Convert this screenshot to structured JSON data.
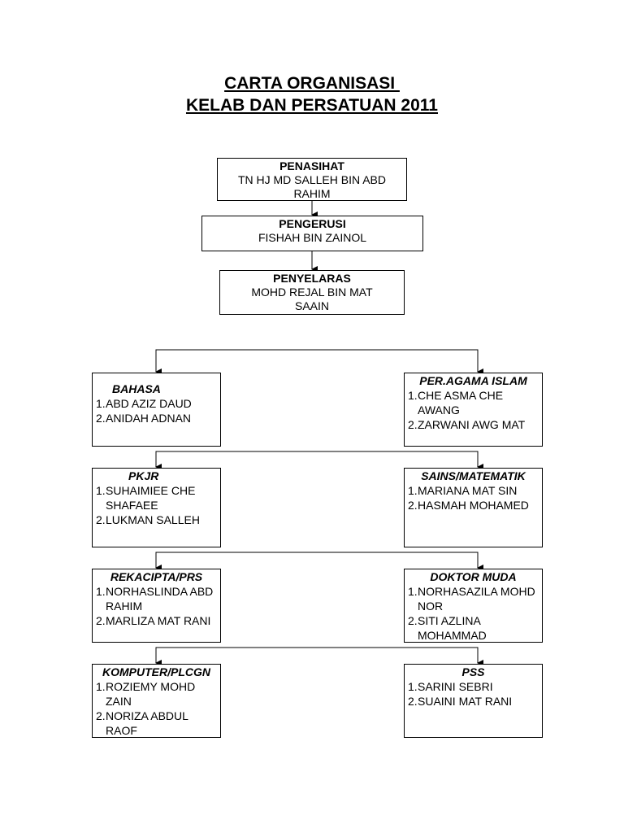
{
  "title": {
    "line1": "CARTA ORGANISASI ",
    "line2": "KELAB DAN PERSATUAN 2011"
  },
  "top": [
    {
      "role": "PENASIHAT",
      "name": "TN HJ MD SALLEH BIN ABD RAHIM"
    },
    {
      "role": "PENGERUSI",
      "name": "FISHAH BIN ZAINOL"
    },
    {
      "role": "PENYELARAS",
      "name": "MOHD REJAL BIN MAT SAAIN"
    }
  ],
  "units": {
    "bahasa": {
      "title": "BAHASA",
      "members": [
        {
          "num": "1.",
          "name": "ABD AZIZ DAUD"
        },
        {
          "num": "2.",
          "name": "ANIDAH ADNAN"
        }
      ]
    },
    "agama": {
      "title": "PER.AGAMA ISLAM",
      "members": [
        {
          "num": "1.",
          "name": "CHE ASMA CHE AWANG"
        },
        {
          "num": "2.",
          "name": "ZARWANI  AWG MAT"
        }
      ]
    },
    "pkjr": {
      "title": "PKJR",
      "members": [
        {
          "num": "1.",
          "name": "SUHAIMIEE CHE SHAFAEE"
        },
        {
          "num": "2.",
          "name": "LUKMAN SALLEH"
        }
      ]
    },
    "sains": {
      "title": "SAINS/MATEMATIK",
      "members": [
        {
          "num": "1.",
          "name": "MARIANA MAT SIN"
        },
        {
          "num": "2.",
          "name": "HASMAH MOHAMED"
        }
      ]
    },
    "rekacipta": {
      "title": "REKACIPTA/PRS",
      "members": [
        {
          "num": "1.",
          "name": "NORHASLINDA ABD RAHIM"
        },
        {
          "num": "2.",
          "name": "MARLIZA MAT RANI"
        }
      ]
    },
    "doktor": {
      "title": "DOKTOR MUDA",
      "members": [
        {
          "num": "1.",
          "name": "NORHASAZILA MOHD NOR"
        },
        {
          "num": "2.",
          "name": "SITI AZLINA MOHAMMAD"
        }
      ]
    },
    "komputer": {
      "title": "KOMPUTER/PLCGN",
      "members": [
        {
          "num": "1.",
          "name": "ROZIEMY MOHD ZAIN"
        },
        {
          "num": "2.",
          "name": "NORIZA ABDUL RAOF"
        }
      ]
    },
    "pss": {
      "title": "PSS",
      "members": [
        {
          "num": "1.",
          "name": "SARINI SEBRI"
        },
        {
          "num": "2.",
          "name": "SUAINI MAT RANI"
        }
      ]
    }
  },
  "colors": {
    "line": "#000000",
    "background": "#ffffff"
  }
}
